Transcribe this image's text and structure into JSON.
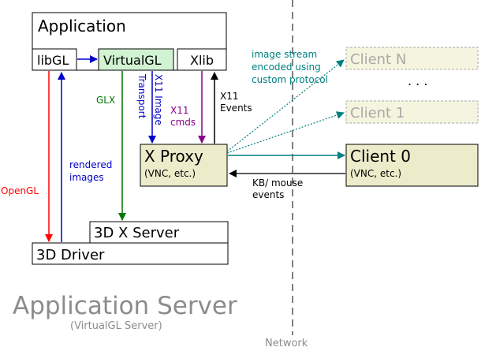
{
  "colors": {
    "proxy_fill": "#ececcb",
    "virtualgl_fill": "#d2f3d2",
    "ghost_fill": "#f5f5df",
    "ghost_text": "#a9a9a9",
    "red": "#ff0000",
    "blue": "#0000cc",
    "green": "#007700",
    "purple": "#880088",
    "teal": "#008080",
    "server_text": "#8c8c8c"
  },
  "boxes": {
    "application": "Application",
    "libgl": "libGL",
    "virtualgl": "VirtualGL",
    "xlib": "Xlib",
    "x_proxy": "X Proxy",
    "x_proxy_sub": "(VNC, etc.)",
    "server_3d": "3D X Server",
    "driver_3d": "3D Driver",
    "client_n": "Client N",
    "client_1": "Client 1",
    "client_0": "Client 0",
    "client_0_sub": "(VNC, etc.)",
    "ellipsis": ". . ."
  },
  "labels": {
    "opengl": "OpenGL",
    "rendered_1": "rendered",
    "rendered_2": "images",
    "glx": "GLX",
    "transport": "Transport",
    "x11_image": "X11 Image",
    "x11_cmds_1": "X11",
    "x11_cmds_2": "cmds",
    "x11_events_1": "X11",
    "x11_events_2": "Events",
    "stream_1": "image stream",
    "stream_2": "encoded using",
    "stream_3": "custom protocol",
    "kb_1": "KB/ mouse",
    "kb_2": "events",
    "network": "Network",
    "app_server": "Application Server",
    "app_server_sub": "(VirtualGL Server)"
  }
}
